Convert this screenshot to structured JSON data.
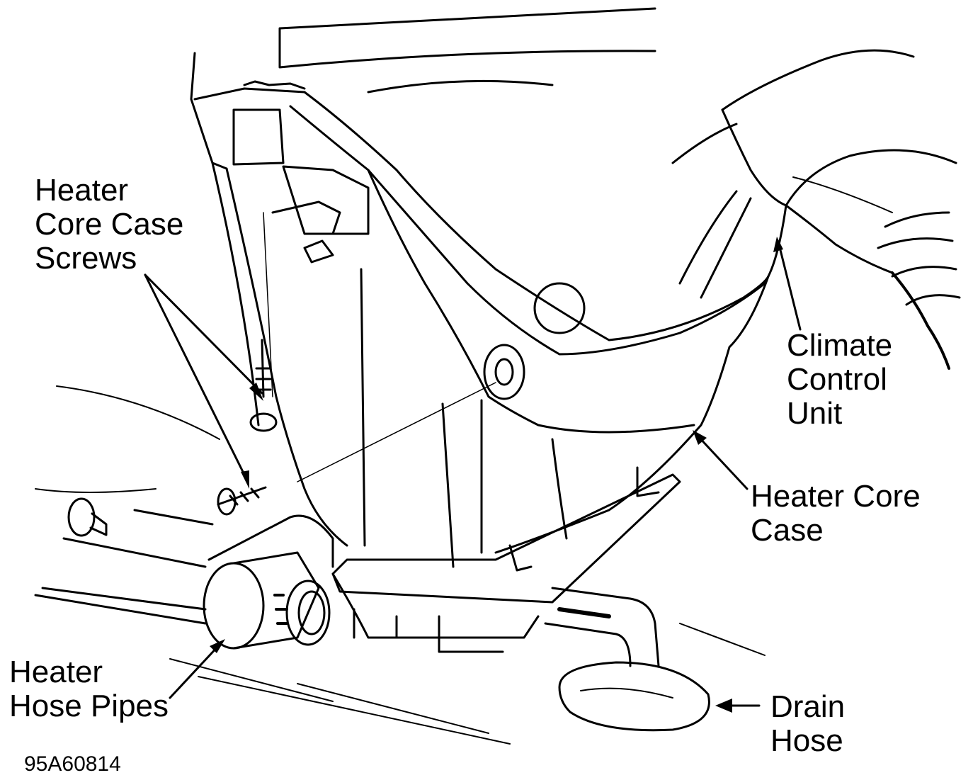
{
  "callouts": {
    "screws": [
      "Heater",
      "Core Case",
      "Screws"
    ],
    "climate": [
      "Climate",
      "Control",
      "Unit"
    ],
    "case": [
      "Heater Core",
      "Case"
    ],
    "pipes": [
      "Heater",
      "Hose Pipes"
    ],
    "drain": [
      "Drain",
      "Hose"
    ]
  },
  "figure_id": "95A60814",
  "colors": {
    "ink": "#000000",
    "paper": "#ffffff"
  }
}
